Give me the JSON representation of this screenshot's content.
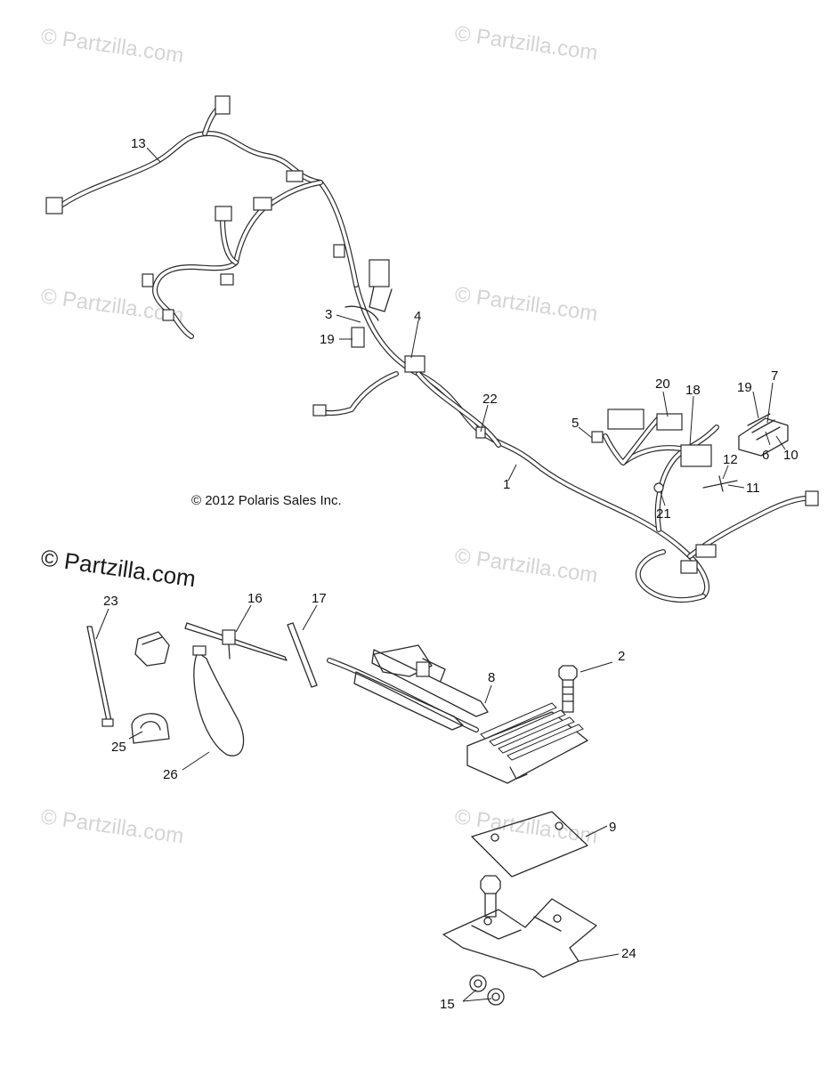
{
  "copyright": "© 2012 Polaris Sales Inc.",
  "watermark_text": "© Partzilla.com",
  "watermark_strong_text": "© Partzilla.com",
  "callouts": [
    {
      "label": "1"
    },
    {
      "label": "2"
    },
    {
      "label": "3"
    },
    {
      "label": "4"
    },
    {
      "label": "5"
    },
    {
      "label": "6"
    },
    {
      "label": "7"
    },
    {
      "label": "8"
    },
    {
      "label": "9"
    },
    {
      "label": "10"
    },
    {
      "label": "11"
    },
    {
      "label": "12"
    },
    {
      "label": "13"
    },
    {
      "label": "15"
    },
    {
      "label": "16"
    },
    {
      "label": "17"
    },
    {
      "label": "18"
    },
    {
      "label": "19"
    },
    {
      "label": "19"
    },
    {
      "label": "20"
    },
    {
      "label": "21"
    },
    {
      "label": "22"
    },
    {
      "label": "23"
    },
    {
      "label": "24"
    },
    {
      "label": "25"
    },
    {
      "label": "26"
    }
  ],
  "colors": {
    "line": "#2b2b2b",
    "watermark": "#d4d4d4",
    "background": "#ffffff"
  }
}
